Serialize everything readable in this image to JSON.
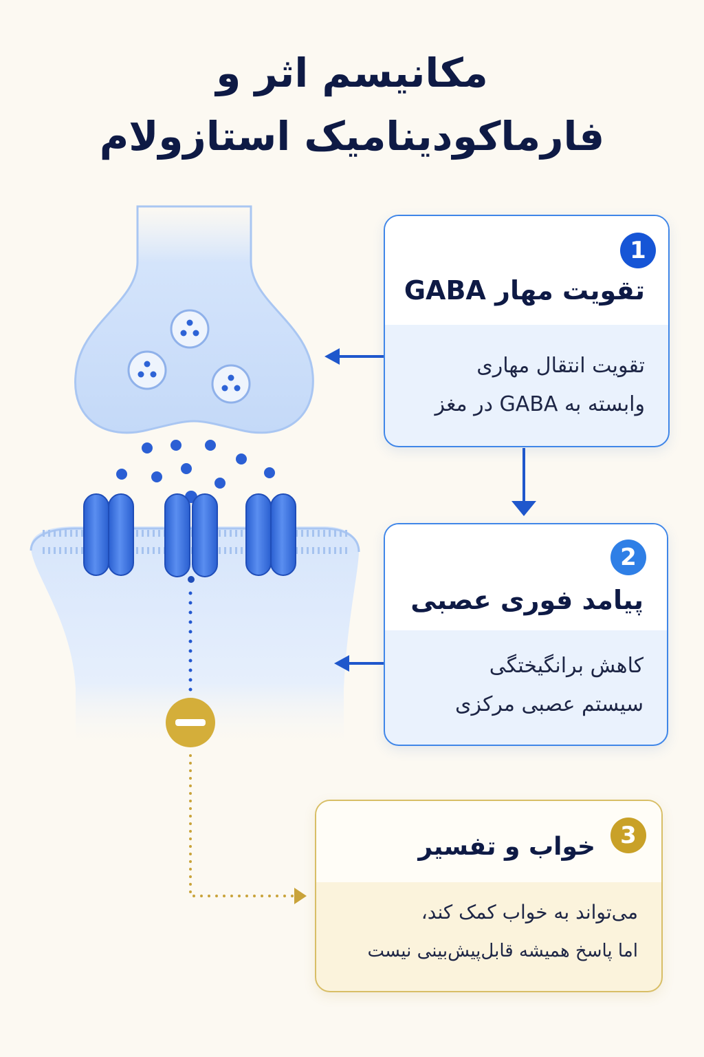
{
  "title": {
    "line1": "مکانیسم اثر و",
    "line2": "فارماکودینامیک استازولام"
  },
  "steps": [
    {
      "number": "1",
      "heading": "تقویت مهار GABA",
      "body_line1": "تقویت انتقال مهاری",
      "body_line2": "وابسته به GABA در مغز"
    },
    {
      "number": "2",
      "heading": "پیامد فوری عصبی",
      "body_line1": "کاهش برانگیختگی",
      "body_line2": "سیستم عصبی مرکزی"
    },
    {
      "number": "3",
      "heading": "خواب و تفسیر",
      "body_line1": "می‌تواند به خواب کمک کند،",
      "body_line2": "اما پاسخ همیشه قابل‌پیش‌بینی نیست"
    }
  ],
  "minus_symbol": "−",
  "colors": {
    "navy_text": "#0e1a45",
    "accent_blue": "#1655d6",
    "light_blue": "#3f86e8",
    "gold": "#c9a128",
    "background": "#fcf9f2"
  }
}
